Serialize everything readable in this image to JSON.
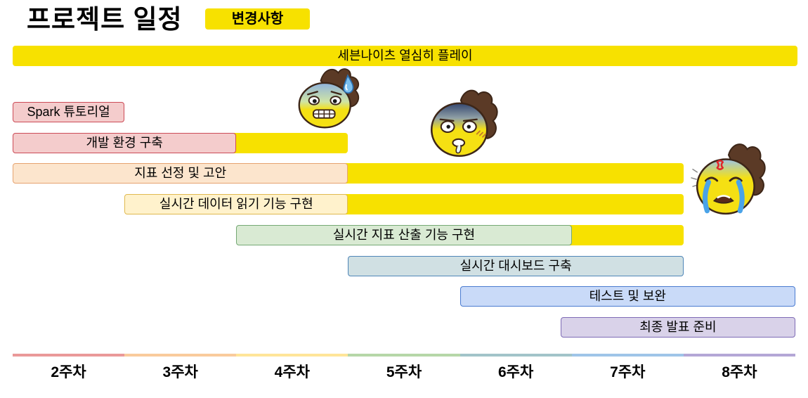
{
  "chart_data": {
    "type": "bar",
    "orientation": "horizontal",
    "title": "프로젝트 일정",
    "x_ticks": [
      "2주차",
      "3주차",
      "4주차",
      "5주차",
      "6주차",
      "7주차",
      "8주차"
    ],
    "xlim": [
      2,
      8
    ],
    "grid": false,
    "legend": {
      "label": "변경사항",
      "color": "#F7E100",
      "placement": "top-left"
    },
    "axis_colors": [
      "#EA9999",
      "#F9CB9C",
      "#FFE599",
      "#B6D7A8",
      "#A2C4C9",
      "#9FC5E8",
      "#B4A7D6"
    ],
    "banner": {
      "label": "세븐나이츠 열심히 플레이",
      "start": 2,
      "end": 8,
      "fill": "#F7E100"
    },
    "tasks": [
      {
        "label": "Spark 튜토리얼",
        "start": 2,
        "end": 2,
        "fill": "#F4CCCC",
        "border": "#CC4B57"
      },
      {
        "label": "개발 환경 구축",
        "start": 2,
        "end": 3,
        "extended_end": 4,
        "fill": "#F4CCCC",
        "border": "#CC4B57"
      },
      {
        "label": "지표 선정 및 고안",
        "start": 2,
        "end": 4,
        "extended_end": 7,
        "fill": "#FCE5CD",
        "border": "#E6A36F"
      },
      {
        "label": "실시간 데이터 읽기 기능 구현",
        "start": 3,
        "end": 4,
        "extended_end": 7,
        "fill": "#FFF2CC",
        "border": "#E0B94F"
      },
      {
        "label": "실시간 지표 산출 기능 구현",
        "start": 4,
        "end": 6,
        "extended_end": 7,
        "fill": "#D9EAD3",
        "border": "#74A874"
      },
      {
        "label": "실시간 대시보드 구축",
        "start": 5,
        "end": 7,
        "fill": "#D0E0E3",
        "border": "#4F86B8"
      },
      {
        "label": "테스트 및 보완",
        "start": 6,
        "end": 8,
        "fill": "#C9DAF8",
        "border": "#4A7BD0"
      },
      {
        "label": "최종 발표 준비",
        "start": 6.9,
        "end": 8,
        "fill": "#D9D2E9",
        "border": "#7E6BB5"
      }
    ]
  },
  "emoticons": [
    "anxious-sweat-face",
    "dazed-drool-face",
    "crying-angry-face"
  ]
}
